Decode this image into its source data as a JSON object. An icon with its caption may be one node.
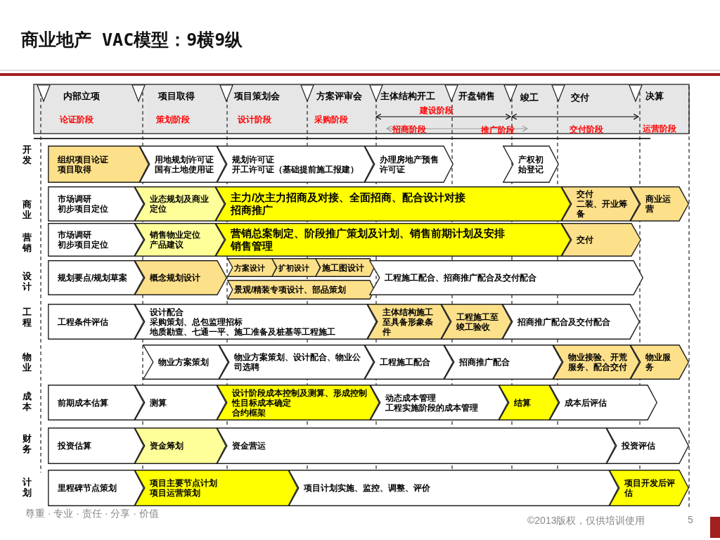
{
  "diagram": {
    "title": "商业地产 VAC模型：9横9纵",
    "nodes": [
      {
        "text": [
          "组织项目论证",
          "项目取得"
        ]
      },
      {
        "text": [
          "用地规划许可证",
          "国有土地使用证"
        ]
      },
      {
        "text": [
          "规划许可证",
          "开工许可证（基础提前施工报建）"
        ]
      },
      {
        "text": [
          "办理房地产预售许可证"
        ]
      },
      {
        "text": [
          "产权初始登记"
        ]
      },
      {
        "text": [
          "市场调研",
          "初步项目定位"
        ]
      },
      {
        "text": [
          "业态规划及商业定位"
        ]
      },
      {
        "text": [
          "主力/次主力招商及对接、全面招商、配合设计对接",
          "招商推广"
        ]
      },
      {
        "text": [
          "交付",
          "二装、开业筹备"
        ]
      },
      {
        "text": [
          "商业运营"
        ]
      },
      {
        "text": [
          "市场调研",
          "初步项目定位"
        ]
      },
      {
        "text": [
          "销售物业定位",
          "产品建议"
        ]
      },
      {
        "text": [
          "营销总案制定、阶段推广策划及计划、销售前期计划及安排",
          "销售管理"
        ]
      },
      {
        "text": [
          "交付"
        ]
      },
      {
        "text": [
          "规划要点/规划草案"
        ]
      },
      {
        "text": [
          "概念规划设计"
        ]
      },
      {
        "text": [
          "方案设计"
        ]
      },
      {
        "text": [
          "扩初设计"
        ]
      },
      {
        "text": [
          "施工图设计"
        ]
      },
      {
        "text": [
          "景观/精装专项设计、部品策划"
        ]
      },
      {
        "text": [
          "工程施工配合、招商推广配合及交付配合"
        ]
      },
      {
        "text": [
          "工程条件评估"
        ]
      },
      {
        "text": [
          "设计配合",
          "采购策划、总包监理招标",
          "地质勘查、七通一平、施工准备及桩基等工程施工"
        ]
      },
      {
        "text": [
          "主体结构施工至具备形象条件"
        ]
      },
      {
        "text": [
          "工程施工至竣工验收"
        ]
      },
      {
        "text": [
          "招商推广配合及交付配合"
        ]
      },
      {
        "text": [
          "物业方案策划"
        ]
      },
      {
        "text": [
          "物业方案策划、设计配合、物业公司选聘"
        ]
      },
      {
        "text": [
          "工程施工配合"
        ]
      },
      {
        "text": [
          "招商推广配合"
        ]
      },
      {
        "text": [
          "物业接验、开荒服务、配合交付"
        ]
      },
      {
        "text": [
          "物业服务"
        ]
      },
      {
        "text": [
          "前期成本估算"
        ]
      },
      {
        "text": [
          "测算"
        ]
      },
      {
        "text": [
          "设计阶段成本控制及测算、形成控制性目标成本确定",
          "合约框架"
        ]
      },
      {
        "text": [
          "动态成本管理",
          "工程实施阶段的成本管理"
        ]
      },
      {
        "text": [
          "结算"
        ]
      },
      {
        "text": [
          "成本后评估"
        ]
      },
      {
        "text": [
          "投资估算"
        ]
      },
      {
        "text": [
          "资金筹划"
        ]
      },
      {
        "text": [
          "资金营运"
        ]
      },
      {
        "text": [
          "投资评估"
        ]
      },
      {
        "text": [
          "里程碑节点策划"
        ]
      },
      {
        "text": [
          "项目主要节点计划",
          "项目运营策划"
        ]
      },
      {
        "text": [
          "项目计划实施、监控、调整、评价"
        ]
      },
      {
        "text": [
          "项目开发后评估"
        ]
      }
    ],
    "labels": [
      "内部立项",
      "项目取得",
      "项目策划会",
      "方案评审会",
      "主体结构开工",
      "开盘销售",
      "竣工",
      "交付",
      "决算",
      "论证阶段",
      "策划阶段",
      "设计阶段",
      "采购阶段",
      "建设阶段",
      "招商阶段",
      "推广阶段",
      "交付阶段",
      "运营阶段",
      "开发",
      "商业",
      "营销",
      "设计",
      "工程",
      "物业",
      "成本",
      "财务",
      "计划",
      "尊重 · 专业 · 责任 · 分享 · 价值",
      "©2013版权，仅供培训使用",
      "5"
    ]
  }
}
